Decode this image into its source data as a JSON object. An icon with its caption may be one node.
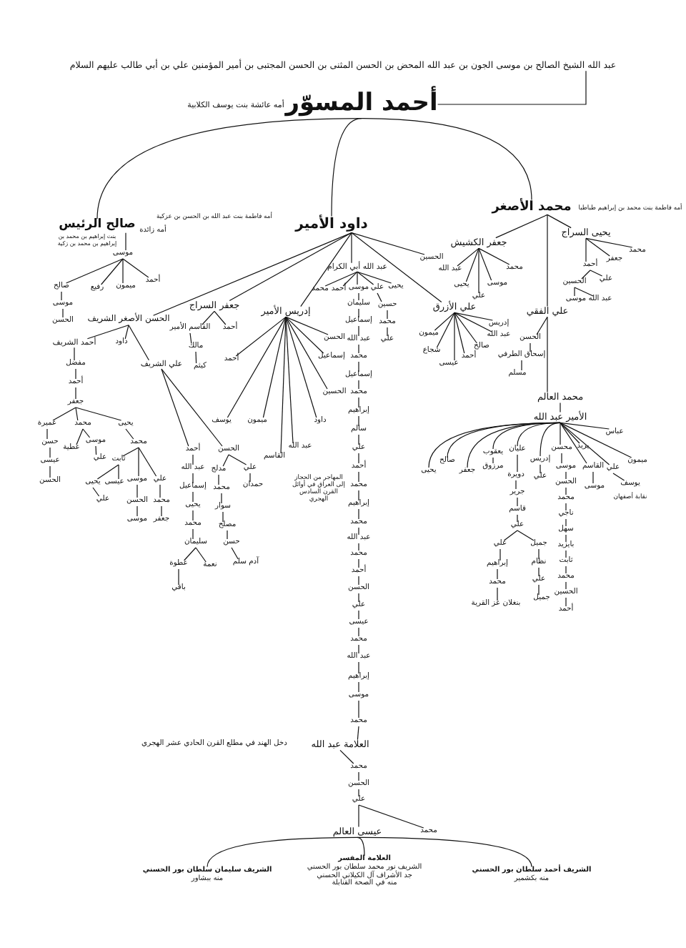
{
  "diagram": {
    "nodes": [
      {
        "text": [
          "عبد الله الشيخ الصالح بن موسى الجون بن عبد الله المحض بن الحسن المثنى بن الحسن المجتبى بن أمير المؤمنين علي بن أبي طالب عليهم السلام"
        ]
      },
      {
        "text": [
          "أحمد المسوّر"
        ],
        "beside": [
          "أمه عائشة بنت يوسف الكلابية"
        ]
      },
      {
        "text": [
          "محمد الأصغر"
        ],
        "beside": [
          "أمه فاطمة بنت محمد بن إبراهيم طباطبا"
        ]
      },
      {
        "text": [
          "داود الأمير"
        ],
        "beside": [
          "أمه فاطمة بنت عبد الله بن الحسن بن عزكية"
        ]
      },
      {
        "text": [
          "صالح الرئيس"
        ],
        "beside": [
          "أمه زائدة",
          "بنت إبراهيم بن محمد بن إبراهيم بن محمد بن زكية"
        ]
      },
      {
        "text": [
          "موسى"
        ]
      },
      {
        "text": [
          "أحمد"
        ]
      },
      {
        "text": [
          "ميمون"
        ]
      },
      {
        "text": [
          "رفيع"
        ]
      },
      {
        "text": [
          "صالح"
        ]
      },
      {
        "text": [
          "موسى"
        ]
      },
      {
        "text": [
          "الحسن"
        ]
      },
      {
        "text": [
          "يحيى السراج"
        ]
      },
      {
        "text": [
          "محمد"
        ]
      },
      {
        "text": [
          "جعفر"
        ]
      },
      {
        "text": [
          "أحمد"
        ]
      },
      {
        "text": [
          "علي"
        ]
      },
      {
        "text": [
          "الحسين"
        ]
      },
      {
        "text": [
          "عبد الله"
        ]
      },
      {
        "text": [
          "موسى"
        ]
      },
      {
        "text": [
          "جعفر الكشيش"
        ]
      },
      {
        "text": [
          "محمد"
        ]
      },
      {
        "text": [
          "موسى"
        ]
      },
      {
        "text": [
          "علي"
        ]
      },
      {
        "text": [
          "يحيى"
        ]
      },
      {
        "text": [
          "عبد الله"
        ]
      },
      {
        "text": [
          "علي الفقي"
        ]
      },
      {
        "text": [
          "الحسن"
        ]
      },
      {
        "text": [
          "إسحاق الطرفي"
        ]
      },
      {
        "text": [
          "مسلم"
        ]
      },
      {
        "text": [
          "محمد العالم"
        ]
      },
      {
        "text": [
          "الأمير عبد الله"
        ]
      },
      {
        "text": [
          "يحيى"
        ]
      },
      {
        "text": [
          "صالح"
        ]
      },
      {
        "text": [
          "جعفر"
        ]
      },
      {
        "text": [
          "يعقوب"
        ]
      },
      {
        "text": [
          "عليان"
        ]
      },
      {
        "text": [
          "مرزوق"
        ]
      },
      {
        "text": [
          "إدريس"
        ]
      },
      {
        "text": [
          "علي"
        ]
      },
      {
        "text": [
          "محسن"
        ]
      },
      {
        "text": [
          "موسى"
        ]
      },
      {
        "text": [
          "يزيد"
        ]
      },
      {
        "text": [
          "القاسم"
        ]
      },
      {
        "text": [
          "علي"
        ]
      },
      {
        "text": [
          "ميمون"
        ]
      },
      {
        "text": [
          "عباس"
        ]
      },
      {
        "text": [
          "يوسف"
        ],
        "beside": [
          "نقابة أصفهان"
        ]
      },
      {
        "text": [
          "موسى"
        ]
      },
      {
        "text": [
          "الحسن"
        ]
      },
      {
        "text": [
          "محمد"
        ]
      },
      {
        "text": [
          "ناجي"
        ]
      },
      {
        "text": [
          "سهل"
        ]
      },
      {
        "text": [
          "بايزيد"
        ]
      },
      {
        "text": [
          "ثابت"
        ]
      },
      {
        "text": [
          "محمد"
        ]
      },
      {
        "text": [
          "الحسين"
        ]
      },
      {
        "text": [
          "أحمد"
        ]
      },
      {
        "text": [
          "دويرة"
        ]
      },
      {
        "text": [
          "جرير"
        ]
      },
      {
        "text": [
          "قاسم"
        ]
      },
      {
        "text": [
          "علي"
        ]
      },
      {
        "text": [
          "علي"
        ]
      },
      {
        "text": [
          "إبراهيم"
        ]
      },
      {
        "text": [
          "محمد"
        ]
      },
      {
        "text": [
          "بنغلان عز القرية"
        ]
      },
      {
        "text": [
          "جميل"
        ]
      },
      {
        "text": [
          "نظام"
        ]
      },
      {
        "text": [
          "علي"
        ]
      },
      {
        "text": [
          "جميل"
        ]
      },
      {
        "text": [
          "الحسين"
        ]
      },
      {
        "text": [
          "عبد الله أبي الكرام"
        ]
      },
      {
        "text": [
          "يحيى"
        ]
      },
      {
        "text": [
          "علي"
        ]
      },
      {
        "text": [
          "موسى"
        ]
      },
      {
        "text": [
          "أحمد"
        ]
      },
      {
        "text": [
          "محمد"
        ]
      },
      {
        "text": [
          "حسين"
        ]
      },
      {
        "text": [
          "محمد"
        ]
      },
      {
        "text": [
          "علي"
        ]
      },
      {
        "text": [
          "سليمان"
        ]
      },
      {
        "text": [
          "إسماعيل"
        ]
      },
      {
        "text": [
          "عبد الله"
        ]
      },
      {
        "text": [
          "محمد"
        ]
      },
      {
        "text": [
          "إسماعيل"
        ]
      },
      {
        "text": [
          "محمد"
        ]
      },
      {
        "text": [
          "إبراهيم"
        ]
      },
      {
        "text": [
          "سالم"
        ]
      },
      {
        "text": [
          "علي"
        ]
      },
      {
        "text": [
          "أحمد"
        ]
      },
      {
        "text": [
          "محمد"
        ],
        "beside": [
          "المهاجر من الحجاز إلى العراق في أوائل القرن السادس الهجري"
        ]
      },
      {
        "text": [
          "إبراهيم"
        ]
      },
      {
        "text": [
          "محمد"
        ]
      },
      {
        "text": [
          "عبد الله"
        ]
      },
      {
        "text": [
          "محمد"
        ]
      },
      {
        "text": [
          "أحمد"
        ]
      },
      {
        "text": [
          "الحسن"
        ]
      },
      {
        "text": [
          "علي"
        ]
      },
      {
        "text": [
          "عيسى"
        ]
      },
      {
        "text": [
          "محمد"
        ]
      },
      {
        "text": [
          "عبد الله"
        ]
      },
      {
        "text": [
          "إبراهيم"
        ]
      },
      {
        "text": [
          "موسى"
        ]
      },
      {
        "text": [
          "محمد"
        ]
      },
      {
        "text": [
          "العلامة عبد الله"
        ],
        "beside": [
          "دخل الهند في مطلع القرن الحادي عشر الهجري"
        ]
      },
      {
        "text": [
          "محمد"
        ]
      },
      {
        "text": [
          "الحسن"
        ]
      },
      {
        "text": [
          "علي"
        ]
      },
      {
        "text": [
          "عيسى العالم"
        ]
      },
      {
        "text": [
          "محمد"
        ]
      },
      {
        "text": [
          "الشريف سليمان سلطان بور الحسني",
          "منه ببشاور"
        ]
      },
      {
        "text": [
          "العلامة المفسر",
          "الشريف نور محمد سلطان بور الحسني",
          "جد الأشراف آل الكيلاني الحسني",
          "منه في الصحة القنابلة"
        ]
      },
      {
        "text": [
          "الشريف أحمد سلطان بور الحسني",
          "منه بكشمير"
        ]
      },
      {
        "text": [
          "علي الأزرق"
        ]
      },
      {
        "text": [
          "إدريس"
        ]
      },
      {
        "text": [
          "عبد الله"
        ]
      },
      {
        "text": [
          "صالح"
        ]
      },
      {
        "text": [
          "أحمد"
        ]
      },
      {
        "text": [
          "عيسى"
        ]
      },
      {
        "text": [
          "شجاع"
        ]
      },
      {
        "text": [
          "ميمون"
        ]
      },
      {
        "text": [
          "إدريس الأمير"
        ]
      },
      {
        "text": [
          "الحسن"
        ]
      },
      {
        "text": [
          "إسماعيل"
        ]
      },
      {
        "text": [
          "الحسين"
        ]
      },
      {
        "text": [
          "داود"
        ]
      },
      {
        "text": [
          "عبد الله"
        ]
      },
      {
        "text": [
          "القاسم"
        ]
      },
      {
        "text": [
          "ميمون"
        ]
      },
      {
        "text": [
          "يوسف"
        ]
      },
      {
        "text": [
          "أحمد"
        ]
      },
      {
        "text": [
          "جعفر السراج"
        ]
      },
      {
        "text": [
          "أحمد"
        ]
      },
      {
        "text": [
          "القاسم الأمير"
        ]
      },
      {
        "text": [
          "مالك"
        ]
      },
      {
        "text": [
          "كيثم"
        ]
      },
      {
        "text": [
          "الحسن الأصغر الشريف"
        ]
      },
      {
        "text": [
          "أحمد الشريف"
        ]
      },
      {
        "text": [
          "داود"
        ]
      },
      {
        "text": [
          "علي الشريف"
        ]
      },
      {
        "text": [
          "مفضل"
        ]
      },
      {
        "text": [
          "أحمد"
        ]
      },
      {
        "text": [
          "جعفر"
        ]
      },
      {
        "text": [
          "عميرة"
        ]
      },
      {
        "text": [
          "محمد"
        ]
      },
      {
        "text": [
          "يحيى"
        ]
      },
      {
        "text": [
          "حسن"
        ]
      },
      {
        "text": [
          "عيسى"
        ]
      },
      {
        "text": [
          "الحسن"
        ]
      },
      {
        "text": [
          "عطية"
        ]
      },
      {
        "text": [
          "موسى"
        ]
      },
      {
        "text": [
          "علي"
        ]
      },
      {
        "text": [
          "محمد"
        ]
      },
      {
        "text": [
          "ثابت"
        ]
      },
      {
        "text": [
          "علي"
        ]
      },
      {
        "text": [
          "موسى"
        ]
      },
      {
        "text": [
          "يحيى"
        ]
      },
      {
        "text": [
          "علي"
        ]
      },
      {
        "text": [
          "الحسن"
        ]
      },
      {
        "text": [
          "محمد"
        ]
      },
      {
        "text": [
          "موسى"
        ]
      },
      {
        "text": [
          "جعفر"
        ]
      },
      {
        "text": [
          "أحمد"
        ]
      },
      {
        "text": [
          "الحسن"
        ]
      },
      {
        "text": [
          "عبد الله"
        ]
      },
      {
        "text": [
          "إسماعيل"
        ]
      },
      {
        "text": [
          "يحيى"
        ]
      },
      {
        "text": [
          "محمد"
        ]
      },
      {
        "text": [
          "سليمان"
        ]
      },
      {
        "text": [
          "عطوة"
        ]
      },
      {
        "text": [
          "نعمة"
        ]
      },
      {
        "text": [
          "باقي"
        ]
      },
      {
        "text": [
          "مدلج"
        ]
      },
      {
        "text": [
          "علي"
        ]
      },
      {
        "text": [
          "حمدان"
        ]
      },
      {
        "text": [
          "محمد"
        ]
      },
      {
        "text": [
          "سوار"
        ]
      },
      {
        "text": [
          "مصلح"
        ]
      },
      {
        "text": [
          "حسن"
        ]
      },
      {
        "text": [
          "آدم سلم"
        ]
      },
      {
        "text": [
          "عيسى"
        ]
      }
    ],
    "edges": [
      {
        "from": 0,
        "to": 1,
        "arrow": "none"
      },
      {
        "from": 1,
        "to": 2,
        "arrow": "none"
      },
      {
        "from": 1,
        "to": 3,
        "arrow": "none"
      },
      {
        "from": 1,
        "to": 4,
        "arrow": "none"
      },
      {
        "from": 4,
        "to": 5,
        "arrow": "none"
      },
      {
        "from": 5,
        "to": 6,
        "arrow": "none"
      },
      {
        "from": 5,
        "to": 7,
        "arrow": "none"
      },
      {
        "from": 5,
        "to": 8,
        "arrow": "none"
      },
      {
        "from": 5,
        "to": 9,
        "arrow": "none"
      },
      {
        "from": 9,
        "to": 10,
        "arrow": "none"
      },
      {
        "from": 10,
        "to": 11,
        "arrow": "none"
      },
      {
        "from": 2,
        "to": 12,
        "arrow": "none"
      },
      {
        "from": 12,
        "to": 13,
        "arrow": "none"
      },
      {
        "from": 12,
        "to": 14,
        "arrow": "none"
      },
      {
        "from": 12,
        "to": 15,
        "arrow": "none"
      },
      {
        "from": 15,
        "to": 16,
        "arrow": "none"
      },
      {
        "from": 15,
        "to": 17,
        "arrow": "none"
      },
      {
        "from": 17,
        "to": 18,
        "arrow": "none"
      },
      {
        "from": 17,
        "to": 19,
        "arrow": "none"
      },
      {
        "from": 2,
        "to": 20,
        "arrow": "none"
      },
      {
        "from": 20,
        "to": 21,
        "arrow": "none"
      },
      {
        "from": 20,
        "to": 22,
        "arrow": "none"
      },
      {
        "from": 20,
        "to": 23,
        "arrow": "none"
      },
      {
        "from": 20,
        "to": 24,
        "arrow": "none"
      },
      {
        "from": 20,
        "to": 25,
        "arrow": "none"
      },
      {
        "from": 2,
        "to": 26,
        "arrow": "none"
      },
      {
        "from": 26,
        "to": 27,
        "arrow": "none"
      },
      {
        "from": 27,
        "to": 28,
        "arrow": "none"
      },
      {
        "from": 28,
        "to": 29,
        "arrow": "none"
      },
      {
        "from": 26,
        "to": 30,
        "arrow": "none"
      },
      {
        "from": 30,
        "to": 31,
        "arrow": "none"
      },
      {
        "from": 31,
        "to": 32,
        "arrow": "none"
      },
      {
        "from": 31,
        "to": 33,
        "arrow": "none"
      },
      {
        "from": 31,
        "to": 34,
        "arrow": "none"
      },
      {
        "from": 31,
        "to": 35,
        "arrow": "none"
      },
      {
        "from": 31,
        "to": 36,
        "arrow": "none"
      },
      {
        "from": 35,
        "to": 37,
        "arrow": "none"
      },
      {
        "from": 31,
        "to": 38,
        "arrow": "none"
      },
      {
        "from": 38,
        "to": 39,
        "arrow": "none"
      },
      {
        "from": 31,
        "to": 40,
        "arrow": "none"
      },
      {
        "from": 40,
        "to": 41,
        "arrow": "none"
      },
      {
        "from": 31,
        "to": 42,
        "arrow": "none"
      },
      {
        "from": 31,
        "to": 43,
        "arrow": "none"
      },
      {
        "from": 31,
        "to": 44,
        "arrow": "none"
      },
      {
        "from": 31,
        "to": 45,
        "arrow": "none"
      },
      {
        "from": 31,
        "to": 46,
        "arrow": "none"
      },
      {
        "from": 44,
        "to": 47,
        "arrow": "none"
      },
      {
        "from": 43,
        "to": 48,
        "arrow": "none"
      },
      {
        "from": 41,
        "to": 49,
        "arrow": "none"
      },
      {
        "from": 49,
        "to": 50,
        "arrow": "none"
      },
      {
        "from": 50,
        "to": 51,
        "arrow": "none"
      },
      {
        "from": 51,
        "to": 52,
        "arrow": "none"
      },
      {
        "from": 52,
        "to": 53,
        "arrow": "none"
      },
      {
        "from": 53,
        "to": 54,
        "arrow": "none"
      },
      {
        "from": 54,
        "to": 55,
        "arrow": "none"
      },
      {
        "from": 55,
        "to": 56,
        "arrow": "none"
      },
      {
        "from": 56,
        "to": 57,
        "arrow": "none"
      },
      {
        "from": 36,
        "to": 58,
        "arrow": "none"
      },
      {
        "from": 58,
        "to": 59,
        "arrow": "none"
      },
      {
        "from": 59,
        "to": 60,
        "arrow": "none"
      },
      {
        "from": 60,
        "to": 61,
        "arrow": "none"
      },
      {
        "from": 61,
        "to": 62,
        "arrow": "none"
      },
      {
        "from": 62,
        "to": 63,
        "arrow": "none"
      },
      {
        "from": 63,
        "to": 64,
        "arrow": "none"
      },
      {
        "from": 64,
        "to": 65,
        "arrow": "none"
      },
      {
        "from": 61,
        "to": 66,
        "arrow": "none"
      },
      {
        "from": 66,
        "to": 67,
        "arrow": "none"
      },
      {
        "from": 67,
        "to": 68,
        "arrow": "none"
      },
      {
        "from": 68,
        "to": 69,
        "arrow": "none"
      },
      {
        "from": 3,
        "to": 70,
        "arrow": "none"
      },
      {
        "from": 3,
        "to": 71,
        "arrow": "none"
      },
      {
        "from": 71,
        "to": 72,
        "arrow": "none"
      },
      {
        "from": 71,
        "to": 73,
        "arrow": "none"
      },
      {
        "from": 71,
        "to": 74,
        "arrow": "none"
      },
      {
        "from": 71,
        "to": 75,
        "arrow": "none"
      },
      {
        "from": 71,
        "to": 76,
        "arrow": "none"
      },
      {
        "from": 73,
        "to": 77,
        "arrow": "none"
      },
      {
        "from": 77,
        "to": 78,
        "arrow": "none"
      },
      {
        "from": 78,
        "to": 79,
        "arrow": "none"
      },
      {
        "from": 74,
        "to": 80,
        "arrow": "none"
      },
      {
        "from": 80,
        "to": 81,
        "arrow": "none"
      },
      {
        "from": 81,
        "to": 82,
        "arrow": "none"
      },
      {
        "from": 82,
        "to": 83,
        "arrow": "none"
      },
      {
        "from": 83,
        "to": 84,
        "arrow": "none"
      },
      {
        "from": 84,
        "to": 85,
        "arrow": "none"
      },
      {
        "from": 85,
        "to": 86,
        "arrow": "none"
      },
      {
        "from": 86,
        "to": 87,
        "arrow": "none"
      },
      {
        "from": 87,
        "to": 88,
        "arrow": "none"
      },
      {
        "from": 88,
        "to": 89,
        "arrow": "none"
      },
      {
        "from": 89,
        "to": 90,
        "arrow": "none"
      },
      {
        "from": 90,
        "to": 91,
        "arrow": "none"
      },
      {
        "from": 91,
        "to": 92,
        "arrow": "none"
      },
      {
        "from": 92,
        "to": 93,
        "arrow": "none"
      },
      {
        "from": 93,
        "to": 94,
        "arrow": "none"
      },
      {
        "from": 94,
        "to": 95,
        "arrow": "none"
      },
      {
        "from": 95,
        "to": 96,
        "arrow": "none"
      },
      {
        "from": 96,
        "to": 97,
        "arrow": "none"
      },
      {
        "from": 97,
        "to": 98,
        "arrow": "none"
      },
      {
        "from": 98,
        "to": 99,
        "arrow": "none"
      },
      {
        "from": 99,
        "to": 100,
        "arrow": "none"
      },
      {
        "from": 100,
        "to": 101,
        "arrow": "none"
      },
      {
        "from": 101,
        "to": 102,
        "arrow": "none"
      },
      {
        "from": 102,
        "to": 103,
        "arrow": "none"
      },
      {
        "from": 103,
        "to": 104,
        "arrow": "none"
      },
      {
        "from": 104,
        "to": 105,
        "arrow": "none"
      },
      {
        "from": 105,
        "to": 106,
        "arrow": "none"
      },
      {
        "from": 106,
        "to": 107,
        "arrow": "none"
      },
      {
        "from": 107,
        "to": 108,
        "arrow": "none"
      },
      {
        "from": 107,
        "to": 109,
        "arrow": "none"
      },
      {
        "from": 108,
        "to": 110,
        "arrow": "none"
      },
      {
        "from": 108,
        "to": 111,
        "arrow": "none"
      },
      {
        "from": 108,
        "to": 112,
        "arrow": "none"
      },
      {
        "from": 3,
        "to": 113,
        "arrow": "none"
      },
      {
        "from": 113,
        "to": 114,
        "arrow": "none"
      },
      {
        "from": 113,
        "to": 115,
        "arrow": "none"
      },
      {
        "from": 113,
        "to": 116,
        "arrow": "none"
      },
      {
        "from": 113,
        "to": 117,
        "arrow": "none"
      },
      {
        "from": 113,
        "to": 118,
        "arrow": "none"
      },
      {
        "from": 113,
        "to": 119,
        "arrow": "none"
      },
      {
        "from": 113,
        "to": 120,
        "arrow": "none"
      },
      {
        "from": 3,
        "to": 121,
        "arrow": "none"
      },
      {
        "from": 121,
        "to": 122,
        "arrow": "none"
      },
      {
        "from": 121,
        "to": 123,
        "arrow": "none"
      },
      {
        "from": 121,
        "to": 124,
        "arrow": "none"
      },
      {
        "from": 121,
        "to": 125,
        "arrow": "none"
      },
      {
        "from": 121,
        "to": 126,
        "arrow": "none"
      },
      {
        "from": 121,
        "to": 127,
        "arrow": "none"
      },
      {
        "from": 121,
        "to": 128,
        "arrow": "none"
      },
      {
        "from": 121,
        "to": 129,
        "arrow": "none"
      },
      {
        "from": 121,
        "to": 130,
        "arrow": "none"
      },
      {
        "from": 3,
        "to": 131,
        "arrow": "none"
      },
      {
        "from": 131,
        "to": 132,
        "arrow": "none"
      },
      {
        "from": 131,
        "to": 133,
        "arrow": "none"
      },
      {
        "from": 133,
        "to": 134,
        "arrow": "none"
      },
      {
        "from": 134,
        "to": 135,
        "arrow": "none"
      },
      {
        "from": 3,
        "to": 136,
        "arrow": "none"
      },
      {
        "from": 136,
        "to": 137,
        "arrow": "none"
      },
      {
        "from": 136,
        "to": 138,
        "arrow": "none"
      },
      {
        "from": 136,
        "to": 139,
        "arrow": "none"
      },
      {
        "from": 137,
        "to": 140,
        "arrow": "none"
      },
      {
        "from": 140,
        "to": 141,
        "arrow": "none"
      },
      {
        "from": 141,
        "to": 142,
        "arrow": "none"
      },
      {
        "from": 142,
        "to": 143,
        "arrow": "none"
      },
      {
        "from": 142,
        "to": 144,
        "arrow": "none"
      },
      {
        "from": 142,
        "to": 145,
        "arrow": "none"
      },
      {
        "from": 143,
        "to": 146,
        "arrow": "none"
      },
      {
        "from": 146,
        "to": 147,
        "arrow": "none"
      },
      {
        "from": 147,
        "to": 148,
        "arrow": "none"
      },
      {
        "from": 144,
        "to": 149,
        "arrow": "none"
      },
      {
        "from": 144,
        "to": 150,
        "arrow": "none"
      },
      {
        "from": 150,
        "to": 151,
        "arrow": "none"
      },
      {
        "from": 145,
        "to": 152,
        "arrow": "none"
      },
      {
        "from": 152,
        "to": 153,
        "arrow": "none"
      },
      {
        "from": 152,
        "to": 154,
        "arrow": "none"
      },
      {
        "from": 152,
        "to": 155,
        "arrow": "none"
      },
      {
        "from": 153,
        "to": 156,
        "arrow": "none"
      },
      {
        "from": 156,
        "to": 157,
        "arrow": "none"
      },
      {
        "from": 155,
        "to": 158,
        "arrow": "none"
      },
      {
        "from": 154,
        "to": 159,
        "arrow": "none"
      },
      {
        "from": 158,
        "to": 160,
        "arrow": "none"
      },
      {
        "from": 159,
        "to": 161,
        "arrow": "none"
      },
      {
        "from": 139,
        "to": 162,
        "arrow": "none"
      },
      {
        "from": 139,
        "to": 163,
        "arrow": "none"
      },
      {
        "from": 162,
        "to": 164,
        "arrow": "none"
      },
      {
        "from": 164,
        "to": 165,
        "arrow": "none"
      },
      {
        "from": 165,
        "to": 166,
        "arrow": "none"
      },
      {
        "from": 166,
        "to": 167,
        "arrow": "none"
      },
      {
        "from": 167,
        "to": 168,
        "arrow": "none"
      },
      {
        "from": 168,
        "to": 169,
        "arrow": "none"
      },
      {
        "from": 168,
        "to": 170,
        "arrow": "none"
      },
      {
        "from": 169,
        "to": 171,
        "arrow": "none"
      },
      {
        "from": 163,
        "to": 172,
        "arrow": "none"
      },
      {
        "from": 163,
        "to": 173,
        "arrow": "none"
      },
      {
        "from": 173,
        "to": 174,
        "arrow": "none"
      },
      {
        "from": 172,
        "to": 175,
        "arrow": "none"
      },
      {
        "from": 175,
        "to": 176,
        "arrow": "none"
      },
      {
        "from": 176,
        "to": 177,
        "arrow": "none"
      },
      {
        "from": 177,
        "to": 178,
        "arrow": "none"
      },
      {
        "from": 178,
        "to": 179,
        "arrow": "none"
      },
      {
        "from": 153,
        "to": 180,
        "arrow": "none"
      }
    ]
  }
}
